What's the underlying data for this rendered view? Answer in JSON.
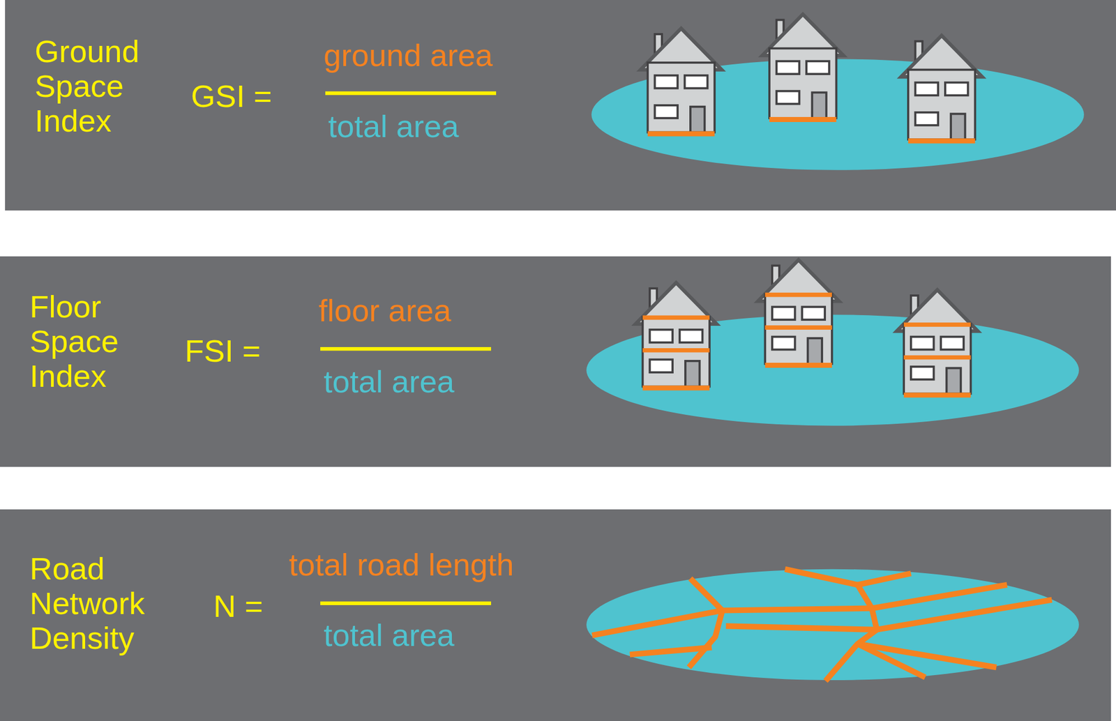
{
  "diagram": {
    "nodes": [
      {
        "text": [
          "Ground Space Index",
          "GSI =",
          "ground area",
          "total area"
        ]
      },
      {
        "text": [
          "Floor Space Index",
          "FSI =",
          "floor area",
          "total area"
        ]
      },
      {
        "text": [
          "Road Network Density",
          "N =",
          "total road length",
          "total area"
        ]
      }
    ]
  }
}
